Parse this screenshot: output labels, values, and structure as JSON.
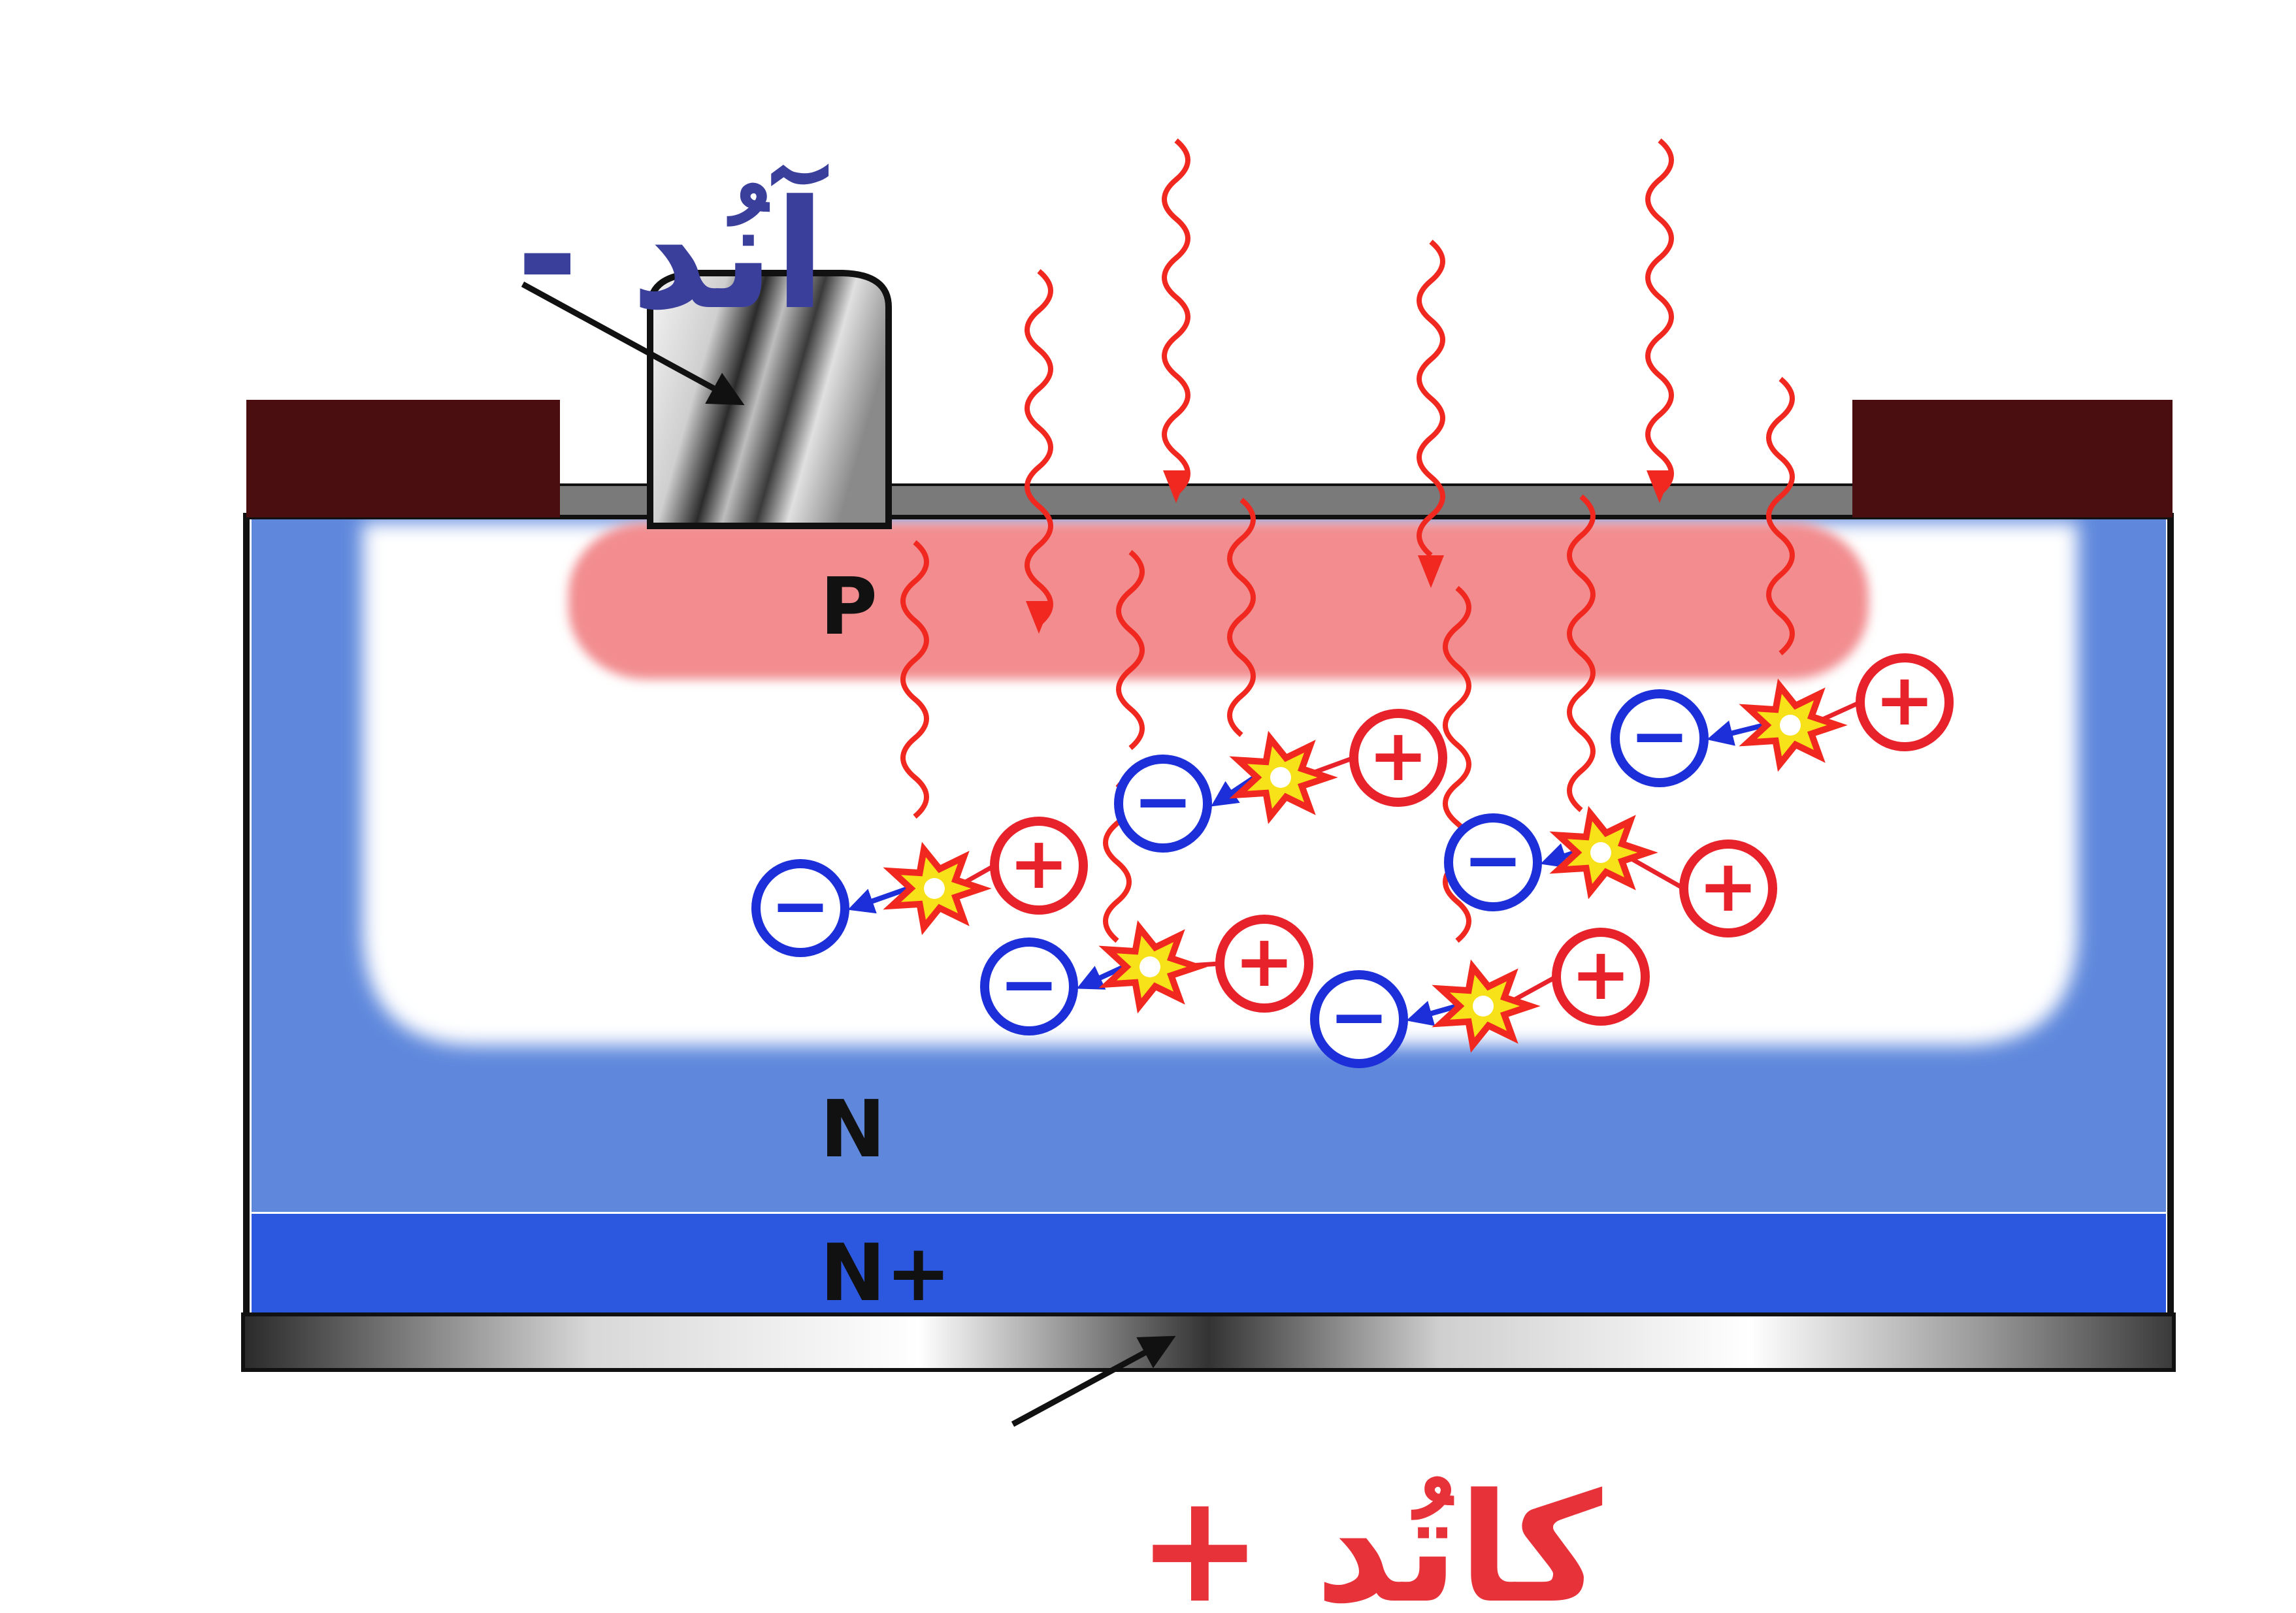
{
  "labels": {
    "anode": "آنُد -",
    "cathode": "کاتُد +",
    "p_region": "P",
    "n_region": "N",
    "nplus_region": "N+"
  },
  "charges": {
    "electron_symbol": "−",
    "hole_symbol": "+"
  },
  "colors": {
    "anode_text": "#3b3f9c",
    "cathode_text": "#e8323a",
    "photon": "#f0281f",
    "electron": "#1c2fd8",
    "hole": "#e8222a",
    "n_region": "#5f88dc",
    "nplus_region": "#2c58e0",
    "p_region": "#f28c8f",
    "contact_dark": "#4a0e10"
  }
}
